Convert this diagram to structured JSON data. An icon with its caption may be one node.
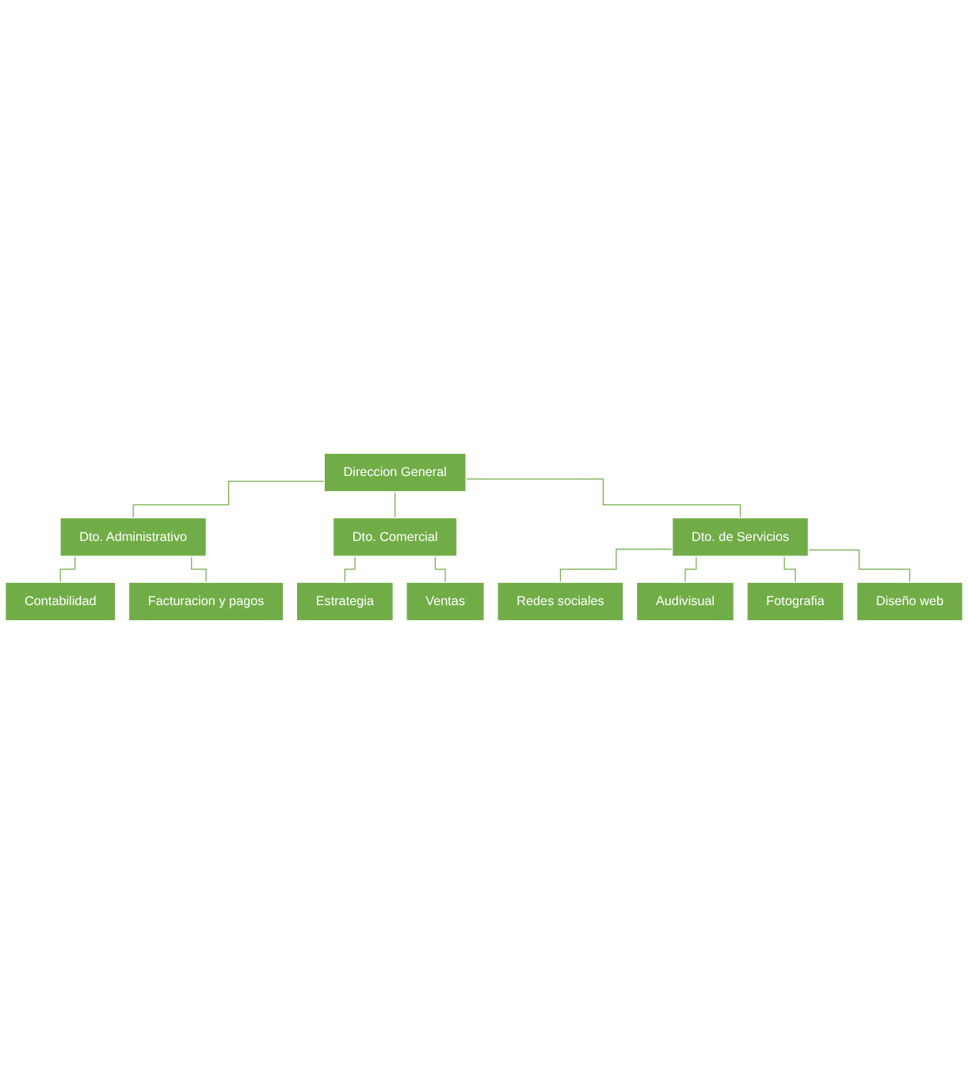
{
  "diagram": {
    "nodes": [
      {
        "text": [
          "Direccion General"
        ]
      },
      {
        "text": [
          "Dto. Administrativo"
        ]
      },
      {
        "text": [
          "Dto. Comercial"
        ]
      },
      {
        "text": [
          "Dto. de Servicios"
        ]
      },
      {
        "text": [
          "Contabilidad"
        ]
      },
      {
        "text": [
          "Facturacion y pagos"
        ]
      },
      {
        "text": [
          "Estrategia"
        ]
      },
      {
        "text": [
          "Ventas"
        ]
      },
      {
        "text": [
          "Redes sociales"
        ]
      },
      {
        "text": [
          "Audivisual"
        ]
      },
      {
        "text": [
          "Fotografia"
        ]
      },
      {
        "text": [
          "Diseño web"
        ]
      }
    ],
    "edges": [
      {
        "from": 0,
        "to": 1,
        "arrow": "none"
      },
      {
        "from": 0,
        "to": 2,
        "arrow": "none"
      },
      {
        "from": 0,
        "to": 3,
        "arrow": "none"
      },
      {
        "from": 1,
        "to": 4,
        "arrow": "none"
      },
      {
        "from": 1,
        "to": 5,
        "arrow": "none"
      },
      {
        "from": 2,
        "to": 6,
        "arrow": "none"
      },
      {
        "from": 2,
        "to": 7,
        "arrow": "none"
      },
      {
        "from": 3,
        "to": 8,
        "arrow": "none"
      },
      {
        "from": 3,
        "to": 9,
        "arrow": "none"
      },
      {
        "from": 3,
        "to": 10,
        "arrow": "none"
      },
      {
        "from": 3,
        "to": 11,
        "arrow": "none"
      }
    ]
  }
}
